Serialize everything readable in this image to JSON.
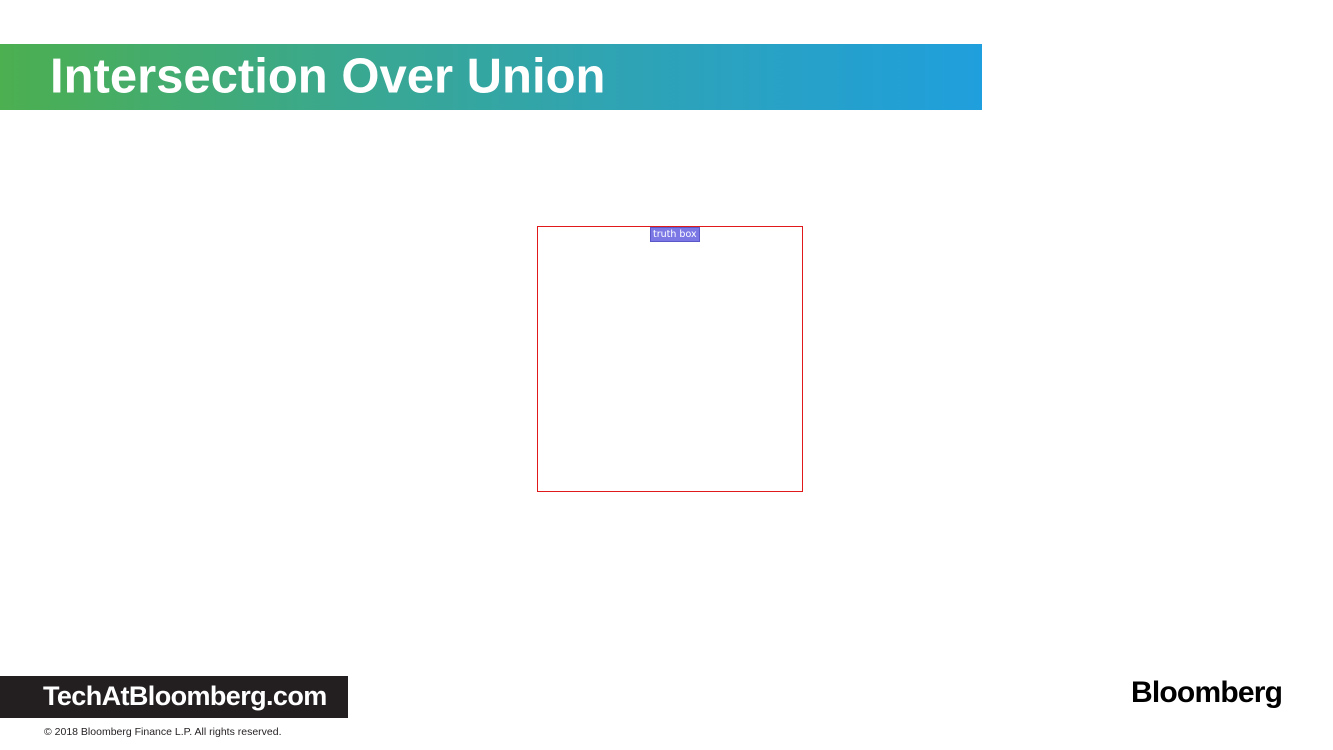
{
  "slide": {
    "title": "Intersection Over Union"
  },
  "figure": {
    "box_label": "truth box",
    "box_color": "#e01a1a",
    "label_bg_color": "#7b78e6"
  },
  "footer": {
    "banner_text": "TechAtBloomberg.com",
    "copyright": "© 2018  Bloomberg  Finance L.P.  All rights  reserved.",
    "logo_text": "Bloomberg"
  },
  "colors": {
    "title_gradient_start": "#4caf50",
    "title_gradient_end": "#1f9fdd",
    "banner_bg": "#231f20"
  }
}
